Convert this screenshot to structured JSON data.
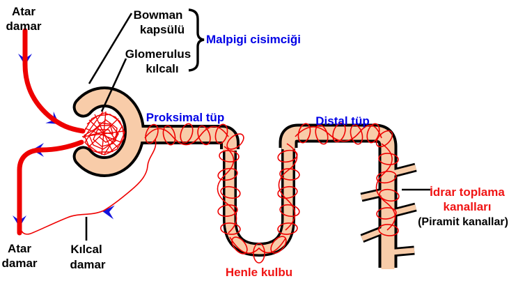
{
  "diagram": {
    "subject": "nephron-diagram",
    "labels": {
      "atar_damar_top": {
        "line1": "Atar",
        "line2": "damar"
      },
      "bowman": {
        "line1": "Bowman",
        "line2": "kapsülü"
      },
      "glomerulus": {
        "line1": "Glomerulus",
        "line2": "kılcalı"
      },
      "malpigi": "Malpigi cisimciği",
      "proksimal": "Proksimal tüp",
      "distal": "Distal tüp",
      "idrar": {
        "line1": "İdrar toplama",
        "line2": "kanalları",
        "line3": "(Piramit kanallar)"
      },
      "henle": "Henle kulbu",
      "atar_damar_bottom": {
        "line1": "Atar",
        "line2": "damar"
      },
      "kilcal": {
        "line1": "Kılcal",
        "line2": "damar"
      }
    },
    "colors": {
      "tube_fill": "#f8cca9",
      "outline": "#000000",
      "vessel_red": "#ee0000",
      "label_blue": "#0000e6",
      "label_red": "#f01414",
      "label_black": "#000000",
      "arrow_blue": "#1414dd",
      "background": "#ffffff"
    }
  }
}
